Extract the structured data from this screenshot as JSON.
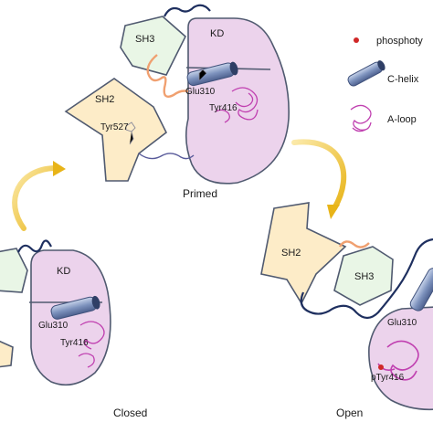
{
  "states": {
    "primed": {
      "title": "Primed",
      "domains": {
        "sh3": "SH3",
        "sh2": "SH2",
        "kd": "KD"
      },
      "residues": {
        "tyr527": "Tyr527",
        "glu310": "Glu310",
        "tyr416": "Tyr416"
      }
    },
    "closed": {
      "title": "Closed",
      "domains": {
        "kd": "KD"
      },
      "residues": {
        "glu310": "Glu310",
        "tyr416": "Tyr416"
      }
    },
    "open": {
      "title": "Open",
      "domains": {
        "sh2": "SH2",
        "sh3": "SH3"
      },
      "residues": {
        "glu310": "Glu310",
        "ptyr416": "pTyr416"
      }
    }
  },
  "legend": {
    "phospho": "phosphoty",
    "chelix": "C-helix",
    "aloop": "A-loop"
  },
  "colors": {
    "kd_fill": "#ecd3ec",
    "sh2_fill": "#fdecc8",
    "sh3_fill": "#e9f6e6",
    "outline": "#505a70",
    "linker": "#1e2f5f",
    "orange_linker": "#f0a070",
    "arrow": "#f0c030",
    "helix": "#7a8fb8",
    "aloop": "#c040b0",
    "phospho_dot": "#d02828"
  }
}
